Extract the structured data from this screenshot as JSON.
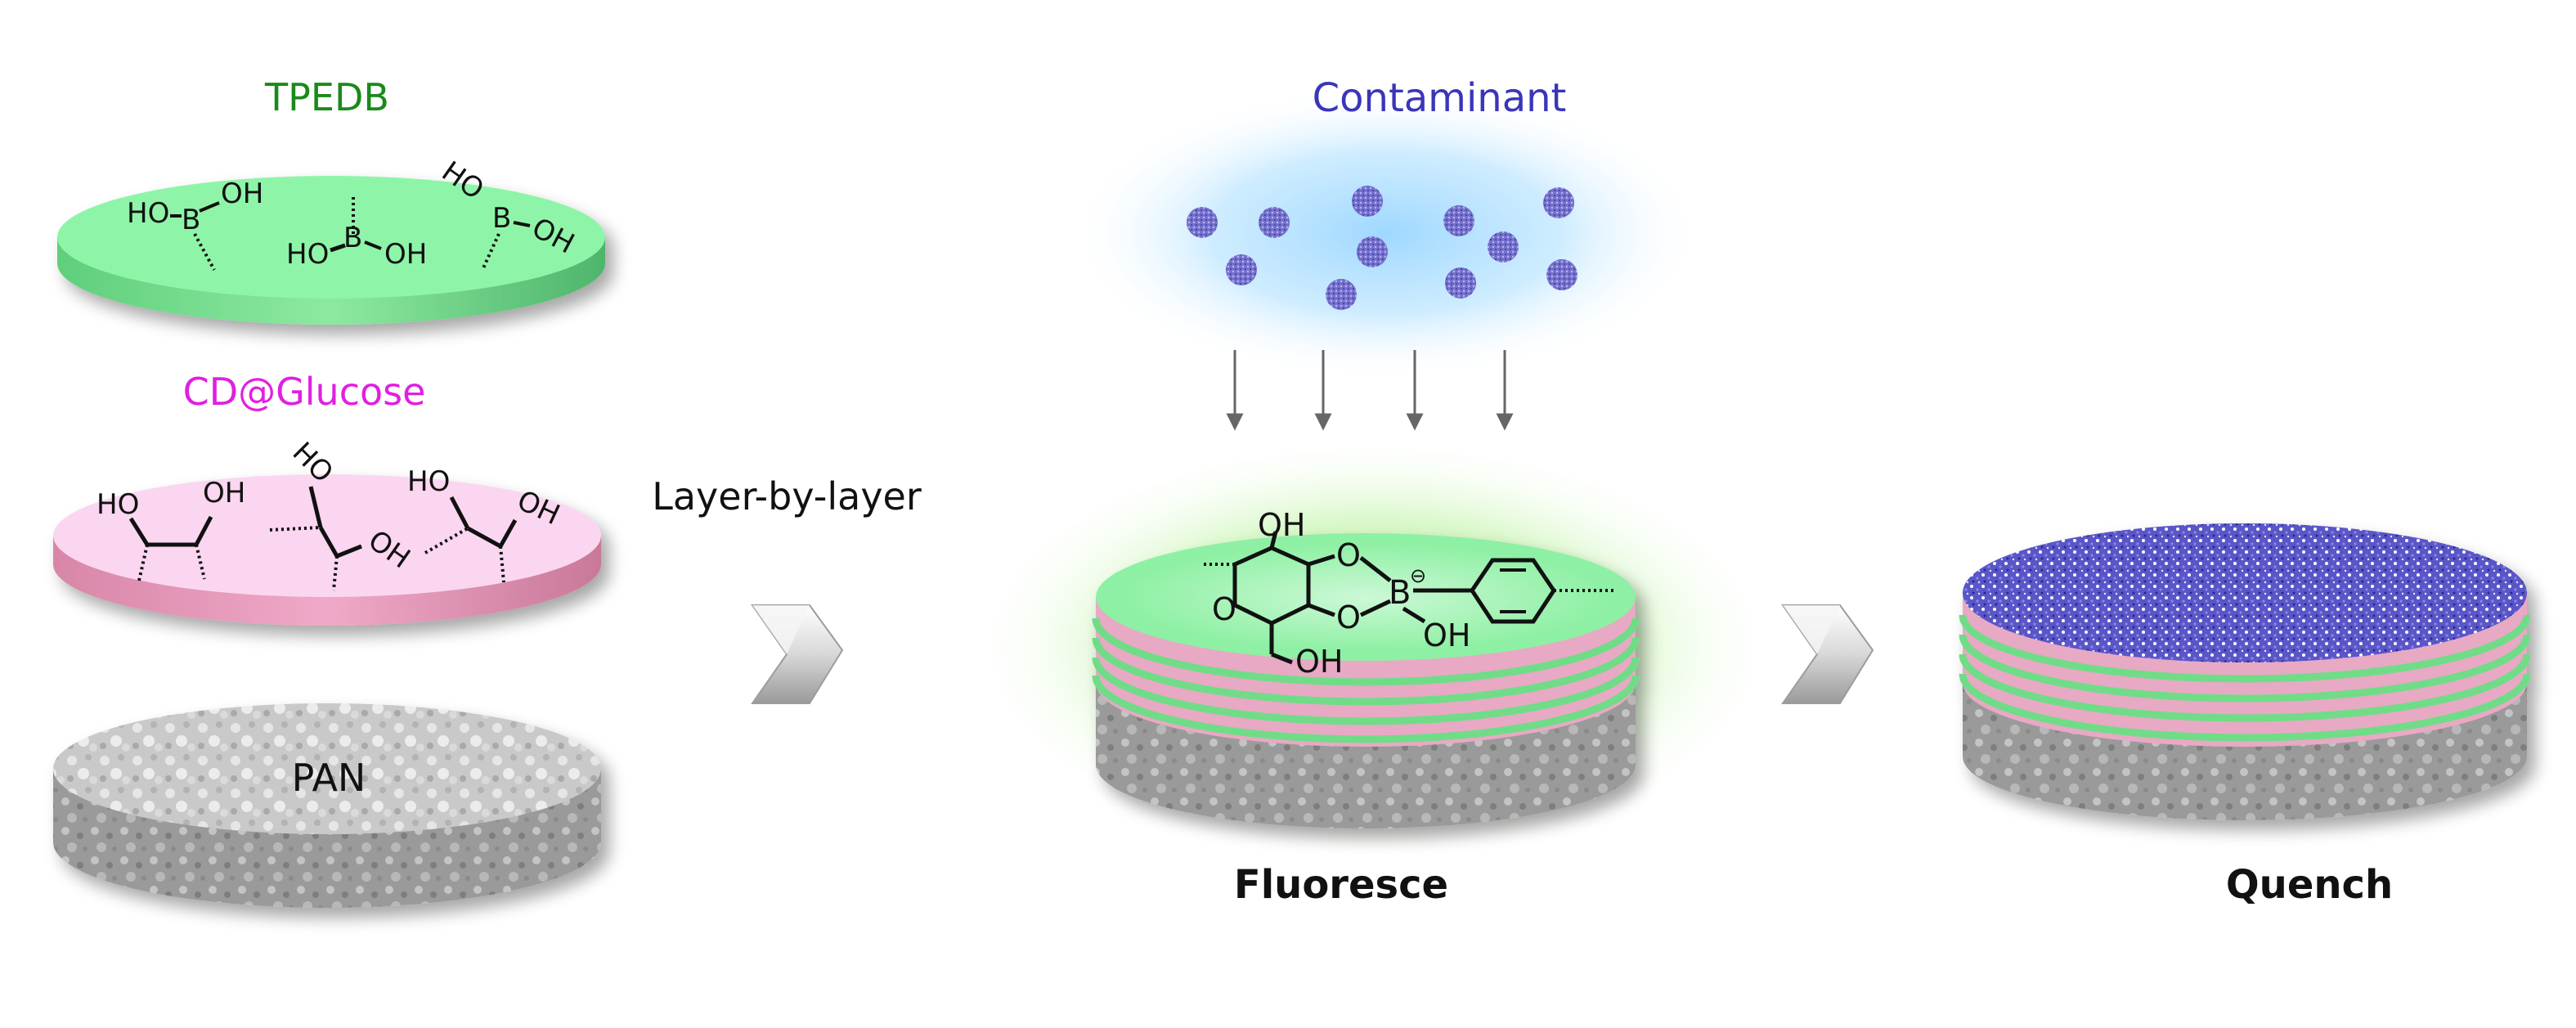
{
  "labels": {
    "tpedb": "TPEDB",
    "cd_glucose": "CD@Glucose",
    "pan": "PAN",
    "layer_by_layer": "Layer-by-layer",
    "contaminant": "Contaminant",
    "fluoresce": "Fluoresce",
    "quench": "Quench"
  },
  "chem": {
    "ho": "HO",
    "oh": "OH",
    "b": "B",
    "o": "O",
    "b_minus": "⊖"
  },
  "colors": {
    "tpedb_text": "#1a8a1a",
    "cd_glucose_text": "#e020e0",
    "contaminant_text": "#3a35b8",
    "green_layer": "#8ef0a4",
    "pink_layer": "#f6c8e4",
    "pan_gray": "#a8a8a8",
    "contaminant_dots": "#7672cc",
    "glow_blue": "#bfe6ff",
    "glow_green": "#b9ef9a"
  }
}
